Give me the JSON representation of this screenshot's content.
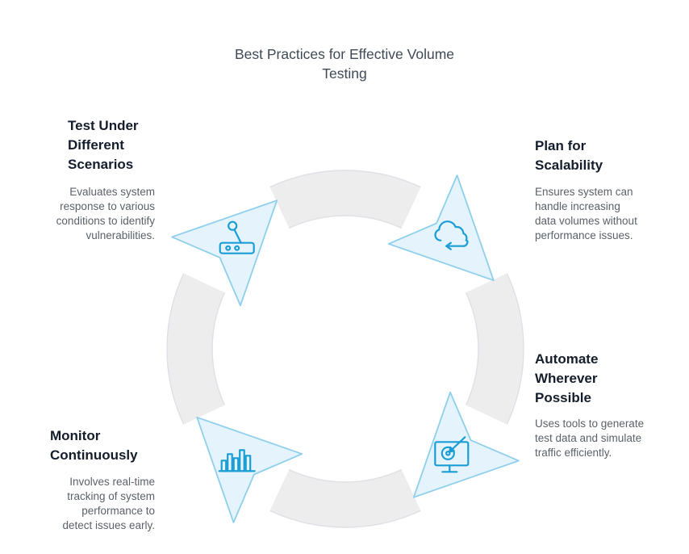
{
  "title": "Best Practices for Effective Volume Testing",
  "items": [
    {
      "position": "top-left",
      "heading": "Test Under Different Scenarios",
      "body": "Evaluates system response to various conditions to identify vulnerabilities.",
      "icon": "control-lever-icon"
    },
    {
      "position": "top-right",
      "heading": "Plan for Scalability",
      "body": "Ensures system can handle increasing data volumes without performance issues.",
      "icon": "cloud-sync-icon"
    },
    {
      "position": "bottom-right",
      "heading": "Automate Wherever Possible",
      "body": "Uses tools to generate test data and simulate traffic efficiently.",
      "icon": "screen-target-icon"
    },
    {
      "position": "bottom-left",
      "heading": "Monitor Continuously",
      "body": "Involves real-time tracking of system performance to detect issues early.",
      "icon": "bar-chart-icon"
    }
  ],
  "colors": {
    "background": "#ffffff",
    "title_text": "#3f4a56",
    "heading_text": "#141d2b",
    "body_text": "#5b6169",
    "icon_accent": "#1a9dd4",
    "node_fill": "#e5f4fc",
    "node_stroke": "#8ecfec",
    "ring_fill": "#ededee",
    "ring_edge": "#dde1e5"
  }
}
